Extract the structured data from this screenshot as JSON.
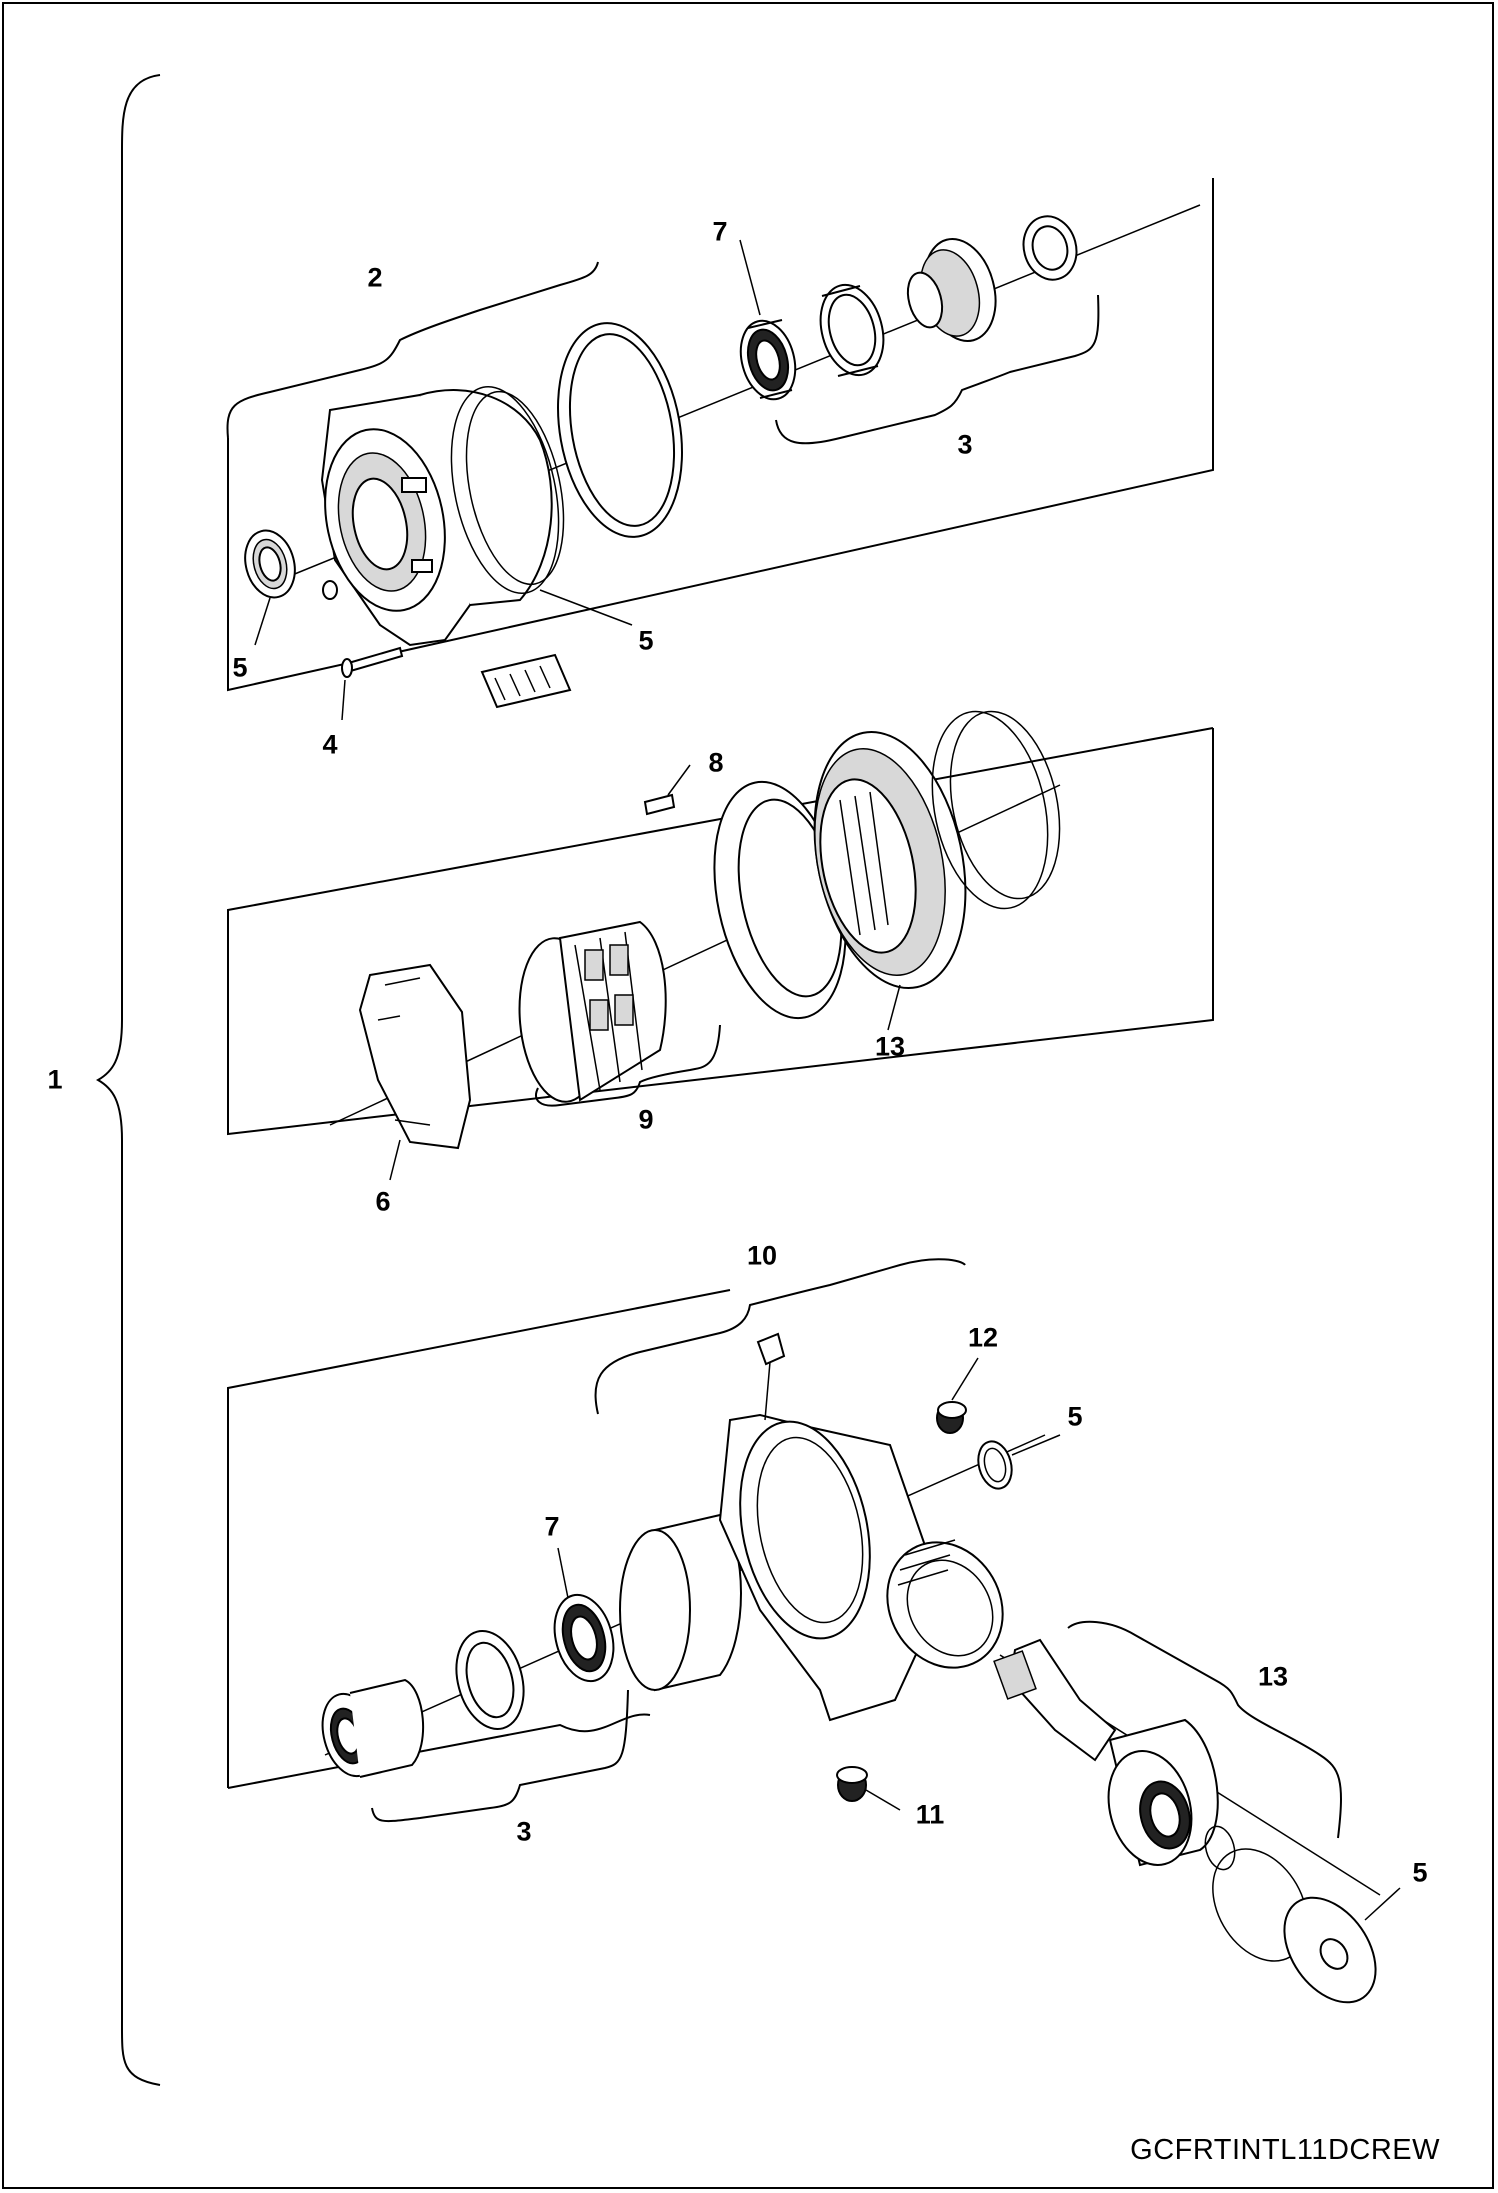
{
  "drawing_code": "GCFRTINTL11DCREW",
  "callouts": {
    "assembly": "1",
    "cover_group": "2",
    "bearing_group_top": "3",
    "bearing_group_bottom": "3",
    "screw": "4",
    "seal_left": "5",
    "seal_ring": "5",
    "seal_right_housing": "5",
    "seal_washer": "5",
    "plate": "6",
    "bearing_top": "7",
    "bearing_bottom": "7",
    "pin": "8",
    "roller_cage_group": "9",
    "housing_group": "10",
    "plug_bottom": "11",
    "plug_top": "12",
    "ring_gear_assembly": "13",
    "shaft_group": "13"
  }
}
